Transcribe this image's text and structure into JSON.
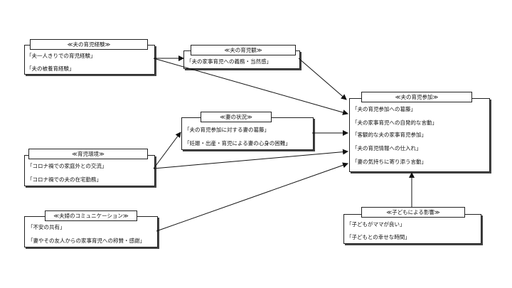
{
  "husband_experience": {
    "title": "≪夫の育児経験≫",
    "items": [
      "「夫一人きりでの育児経験」",
      "「夫の被養育経験」"
    ]
  },
  "husband_view": {
    "title": "≪夫の育児観≫",
    "items": [
      "「夫の家事育児への義務・当然感」"
    ]
  },
  "wife_situation": {
    "title": "≪妻の状況≫",
    "items": [
      "「夫の育児参加に対する妻の葛藤」",
      "「妊娠・出産・育児による妻の心身の困難」"
    ]
  },
  "childcare_env": {
    "title": "≪育児環境≫",
    "items": [
      "「コロナ禍での家庭外との交流」",
      "「コロナ禍での夫の在宅勤務」"
    ]
  },
  "couple_comm": {
    "title": "≪夫婦のコミュニケーション≫",
    "items": [
      "「不安の共有」",
      "「妻やその友人からの家事育児への称賛・感謝」"
    ]
  },
  "husband_participation": {
    "title": "≪夫の育児参加≫",
    "items": [
      "「夫の育児参加への葛藤」",
      "「夫の家事育児への自発的な言動」",
      "「客観的な夫の家事育児参加」",
      "「夫の育児情報への仕入れ」",
      "「妻の気持ちに寄り添う言動」"
    ]
  },
  "child_influence": {
    "title": "≪子どもによる影響≫",
    "items": [
      "「子どもがママが良い」",
      "「子どもとの幸せな時間」"
    ]
  }
}
